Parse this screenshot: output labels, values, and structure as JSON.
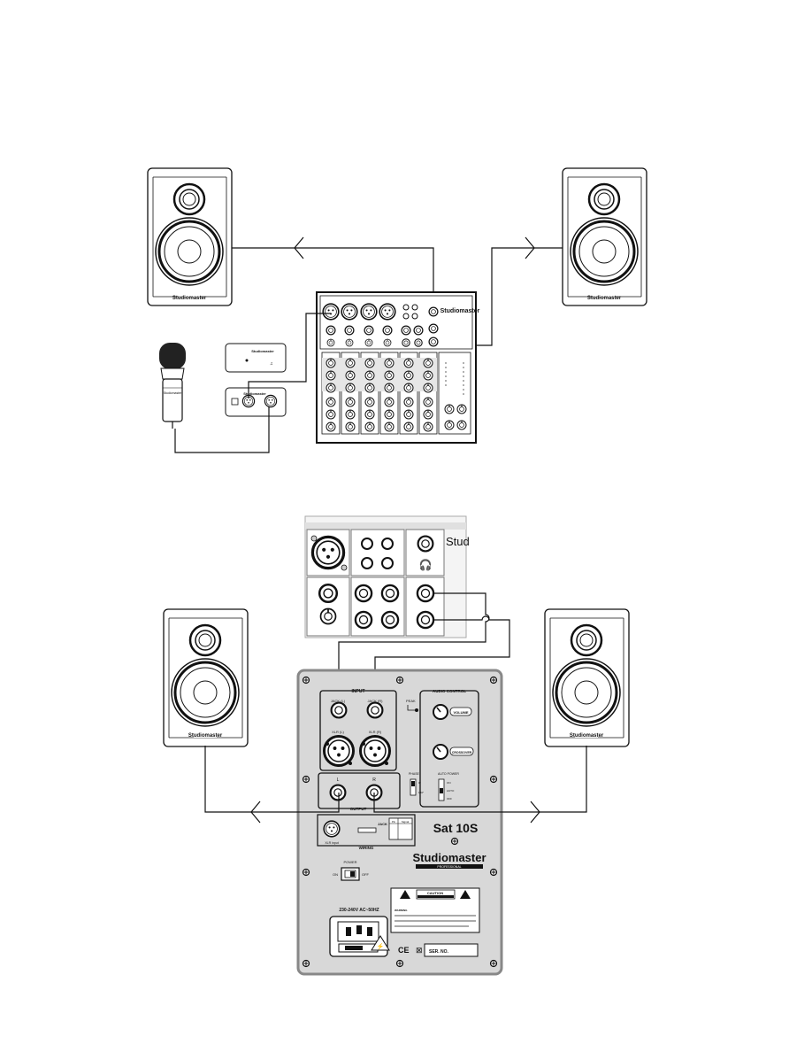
{
  "brand": {
    "name": "Studiomaster",
    "sub": "PROFESSIONAL",
    "mixer_name_partial": "Stud"
  },
  "panel": {
    "model": "Sat 10S",
    "input_title": "INPUT",
    "jack_l": "JACK (L)",
    "jack_r": "JACK (R)",
    "xlr_l": "XLR (L)",
    "xlr_r": "XLR (R)",
    "audio_control": "AUDIO CONTROL",
    "peak": "PEAK",
    "volume": "VOLUME",
    "crossover": "CROSSOVER",
    "phase": "PHASE",
    "auto_power": "AUTO POWER",
    "phase_0": "0°",
    "phase_180": "180°",
    "ap_on": "ON",
    "ap_auto": "AUTO",
    "ap_off": "OFF",
    "output_l": "L",
    "output_r": "R",
    "output": "OUTPUT",
    "wiring": "WIRING",
    "xlr_input": "XLR input",
    "jack": "JACK",
    "pin": "Pin",
    "signal": "Signal",
    "power": "POWER",
    "on": "ON",
    "off": "OFF",
    "mains": "230-240V AC~50HZ",
    "caution": "CAUTION",
    "warning": "WARNING",
    "ser_no": "SER. NO.",
    "ce": "CE"
  },
  "colors": {
    "line": "#111111",
    "panel_border": "#888888",
    "panel_fill": "#dadada",
    "mixer_fill": "#eeeeee",
    "highlight": "#cfcfcf"
  }
}
